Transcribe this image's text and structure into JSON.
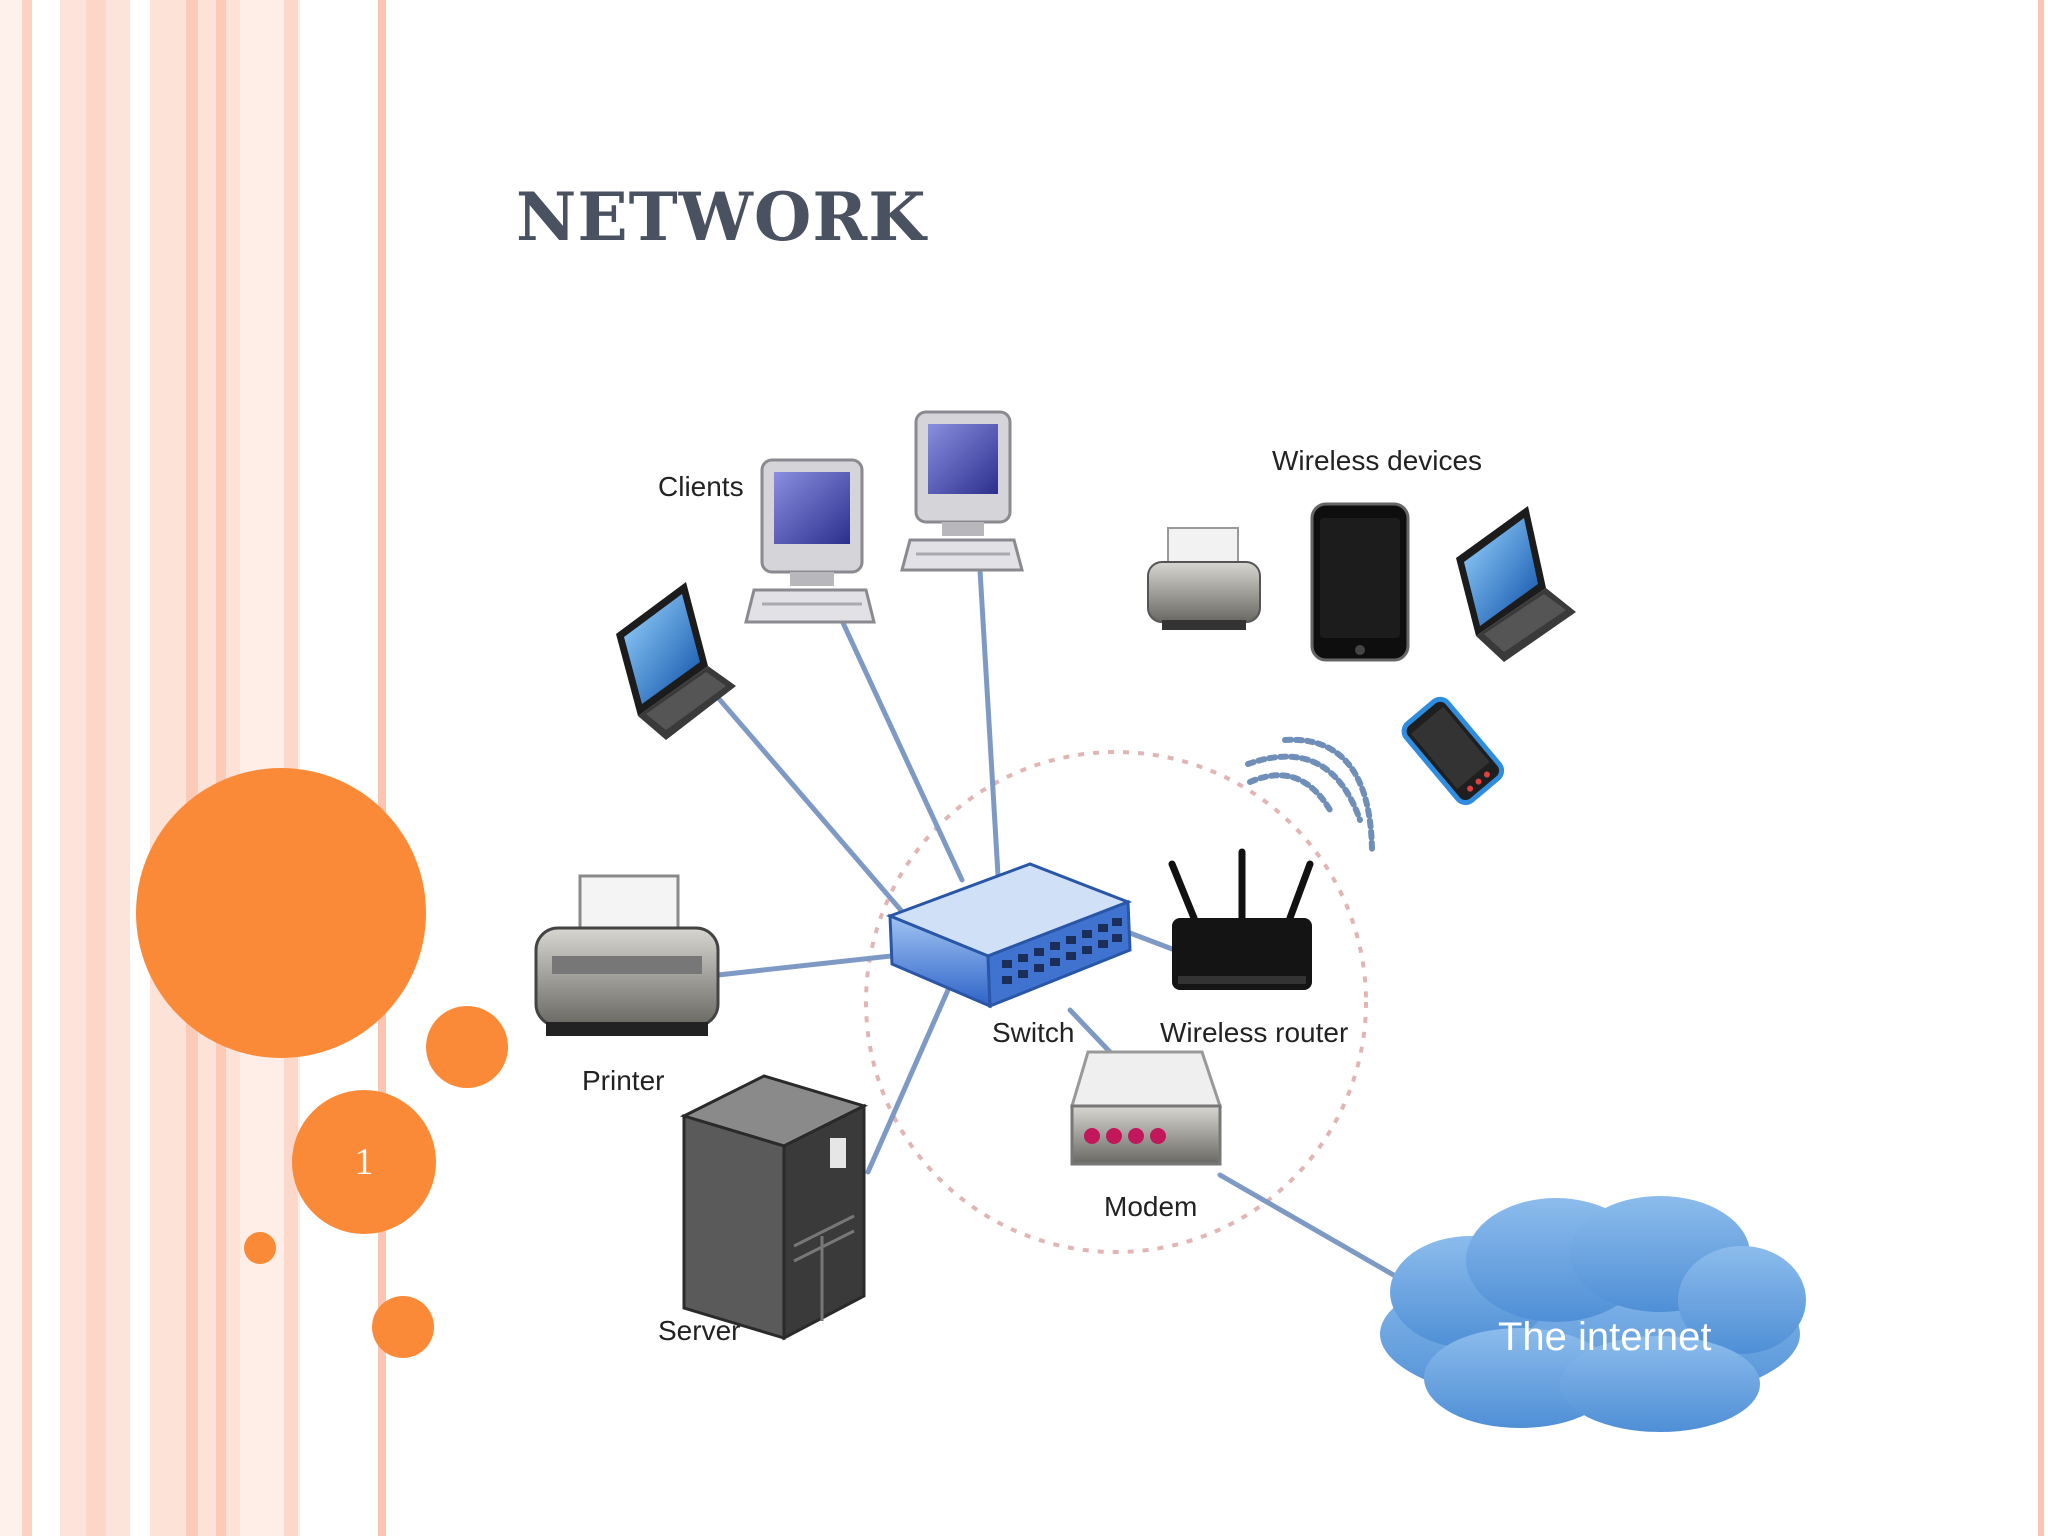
{
  "slide": {
    "title": "NETWORK",
    "page_number": "1"
  },
  "diagram": {
    "labels": {
      "clients": "Clients",
      "wireless_devices": "Wireless devices",
      "printer": "Printer",
      "switch": "Switch",
      "wireless_router": "Wireless router",
      "modem": "Modem",
      "server": "Server",
      "internet": "The internet"
    }
  },
  "colors": {
    "accent_orange": "#fb8a38",
    "stripe_pink": "#fcd6c8",
    "title_gray": "#4a5160",
    "link_blue": "#7e9ac4",
    "cloud_blue": "#6fa6df"
  }
}
